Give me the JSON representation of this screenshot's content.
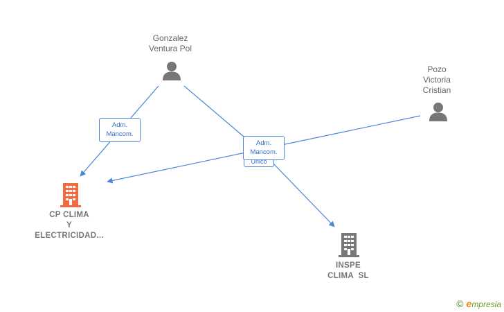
{
  "nodes": {
    "gonzalez": {
      "lines": [
        "Gonzalez",
        "Ventura Pol"
      ]
    },
    "pozo": {
      "lines": [
        "Pozo",
        "Victoria",
        "Cristian"
      ]
    },
    "cp_clima": {
      "lines": [
        "CP CLIMA",
        "Y",
        "ELECTRICIDAD..."
      ]
    },
    "inspe": {
      "lines": [
        "INSPE",
        "CLIMA  SL"
      ]
    }
  },
  "edges": {
    "gonzalez_cp": {
      "lines": [
        "Adm.",
        "Mancom."
      ]
    },
    "gonzalez_inspe": {
      "lines": [
        "Adm.",
        "Mancom."
      ]
    },
    "gonzalez_inspe_back": {
      "lines": [
        "Unico"
      ]
    }
  },
  "brand": {
    "copyright": "©",
    "initial": "e",
    "name": "mpresia"
  },
  "colors": {
    "edge": "#4a86d6",
    "person": "#777777",
    "company_highlight": "#f26a3d",
    "company": "#777777"
  },
  "icons": {
    "person": "person-icon",
    "company": "building-icon"
  }
}
